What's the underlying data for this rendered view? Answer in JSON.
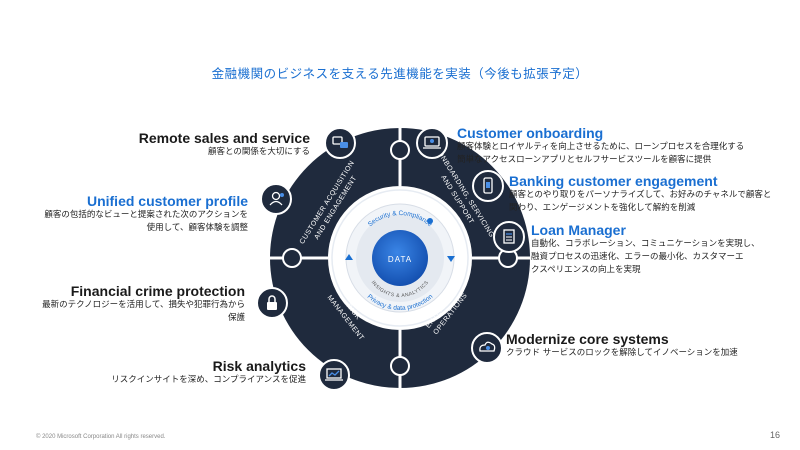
{
  "title": "金融機関のビジネスを支える先進機能を実装（今後も拡張予定）",
  "ring": {
    "center": "DATA",
    "inner_top": "Security & Compliance",
    "inner_bottom_1": "INSIGHTS & ANALYTICS",
    "inner_bottom_2": "Privacy & data protection",
    "segments": {
      "tl": [
        "CUSTOMER ACQUISITION",
        "AND ENGAGEMENT"
      ],
      "tr": [
        "ONBOARDING, SERVICING",
        "AND SUPPORT"
      ],
      "br": [
        "ENTERPRISE",
        "OPERATIONS"
      ],
      "bl": [
        "RISK",
        "MANAGEMENT"
      ]
    }
  },
  "features": {
    "remote_sales": {
      "title": "Remote sales and service",
      "desc": [
        "顧客との関係を大切にする"
      ]
    },
    "unified_profile": {
      "title": "Unified customer profile",
      "desc": [
        "顧客の包括的なビューと提案された次のアクションを",
        "使用して、顧客体験を調整"
      ]
    },
    "financial_crime": {
      "title": "Financial crime protection",
      "desc": [
        "最新のテクノロジーを活用して、損失や犯罪行為から",
        "保護"
      ]
    },
    "risk_analytics": {
      "title": "Risk analytics",
      "desc": [
        "リスクインサイトを深め、コンプライアンスを促進"
      ]
    },
    "customer_onboarding": {
      "title": "Customer onboarding",
      "desc": [
        "顧客体験とロイヤルティを向上させるために、ローンプロセスを合理化する",
        "簡単なアクセスローンアプリとセルフサービスツールを顧客に提供"
      ]
    },
    "banking_engagement": {
      "title": "Banking customer engagement",
      "desc": [
        "顧客とのやり取りをパーソナライズして、お好みのチャネルで顧客と",
        "関わり、エンゲージメントを強化して解約を削減"
      ]
    },
    "loan_manager": {
      "title": "Loan Manager",
      "desc": [
        "自動化、コラボレーション、コミュニケーションを実現し、",
        "融資プロセスの迅速化、エラーの最小化、カスタマーエ",
        "クスペリエンスの向上を実現"
      ]
    },
    "modernize_core": {
      "title": "Modernize core systems",
      "desc": [
        "クラウド サービスのロックを解除してイノベーションを加速"
      ]
    }
  },
  "icons": {
    "remote_sales": "support-chat-icon",
    "unified_profile": "customer-profile-icon",
    "financial_crime": "lock-icon",
    "risk_analytics": "analytics-laptop-icon",
    "customer_onboarding": "laptop-onboarding-icon",
    "banking_engagement": "mobile-phone-icon",
    "loan_manager": "document-icon",
    "modernize_core": "cloud-gear-icon"
  },
  "colors": {
    "title": "#1a6fd1",
    "accent_blue": "#1a6fd1",
    "ring_dark": "#1f2a3d",
    "data_core": "#1f63c8"
  },
  "footer": "© 2020 Microsoft Corporation All rights reserved.",
  "page_number": "16"
}
